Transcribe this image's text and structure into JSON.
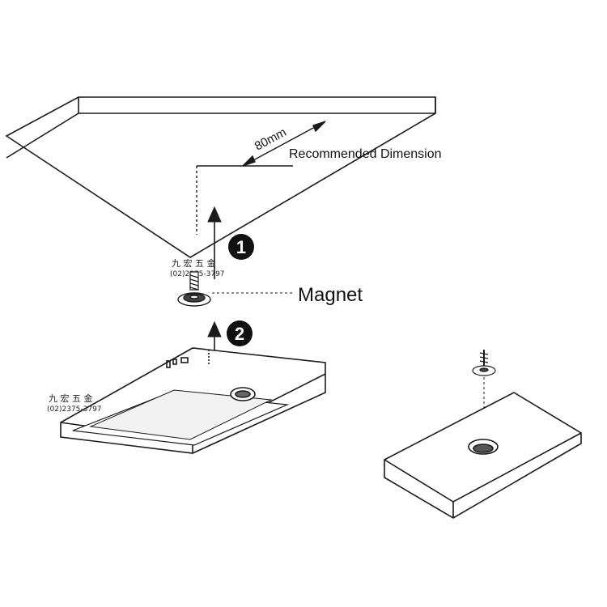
{
  "labels": {
    "dimension": "80mm",
    "recommended": "Recommended Dimension",
    "magnet": "Magnet"
  },
  "steps": [
    "1",
    "2"
  ],
  "watermarks": [
    {
      "name": "九 宏 五 金",
      "phone": "(02)2375-3797"
    },
    {
      "name": "九 宏 五 金",
      "phone": "(02)2375-3797"
    }
  ],
  "colors": {
    "line": "#1a1a1a",
    "badge": "#111111",
    "paper": "#ffffff"
  }
}
